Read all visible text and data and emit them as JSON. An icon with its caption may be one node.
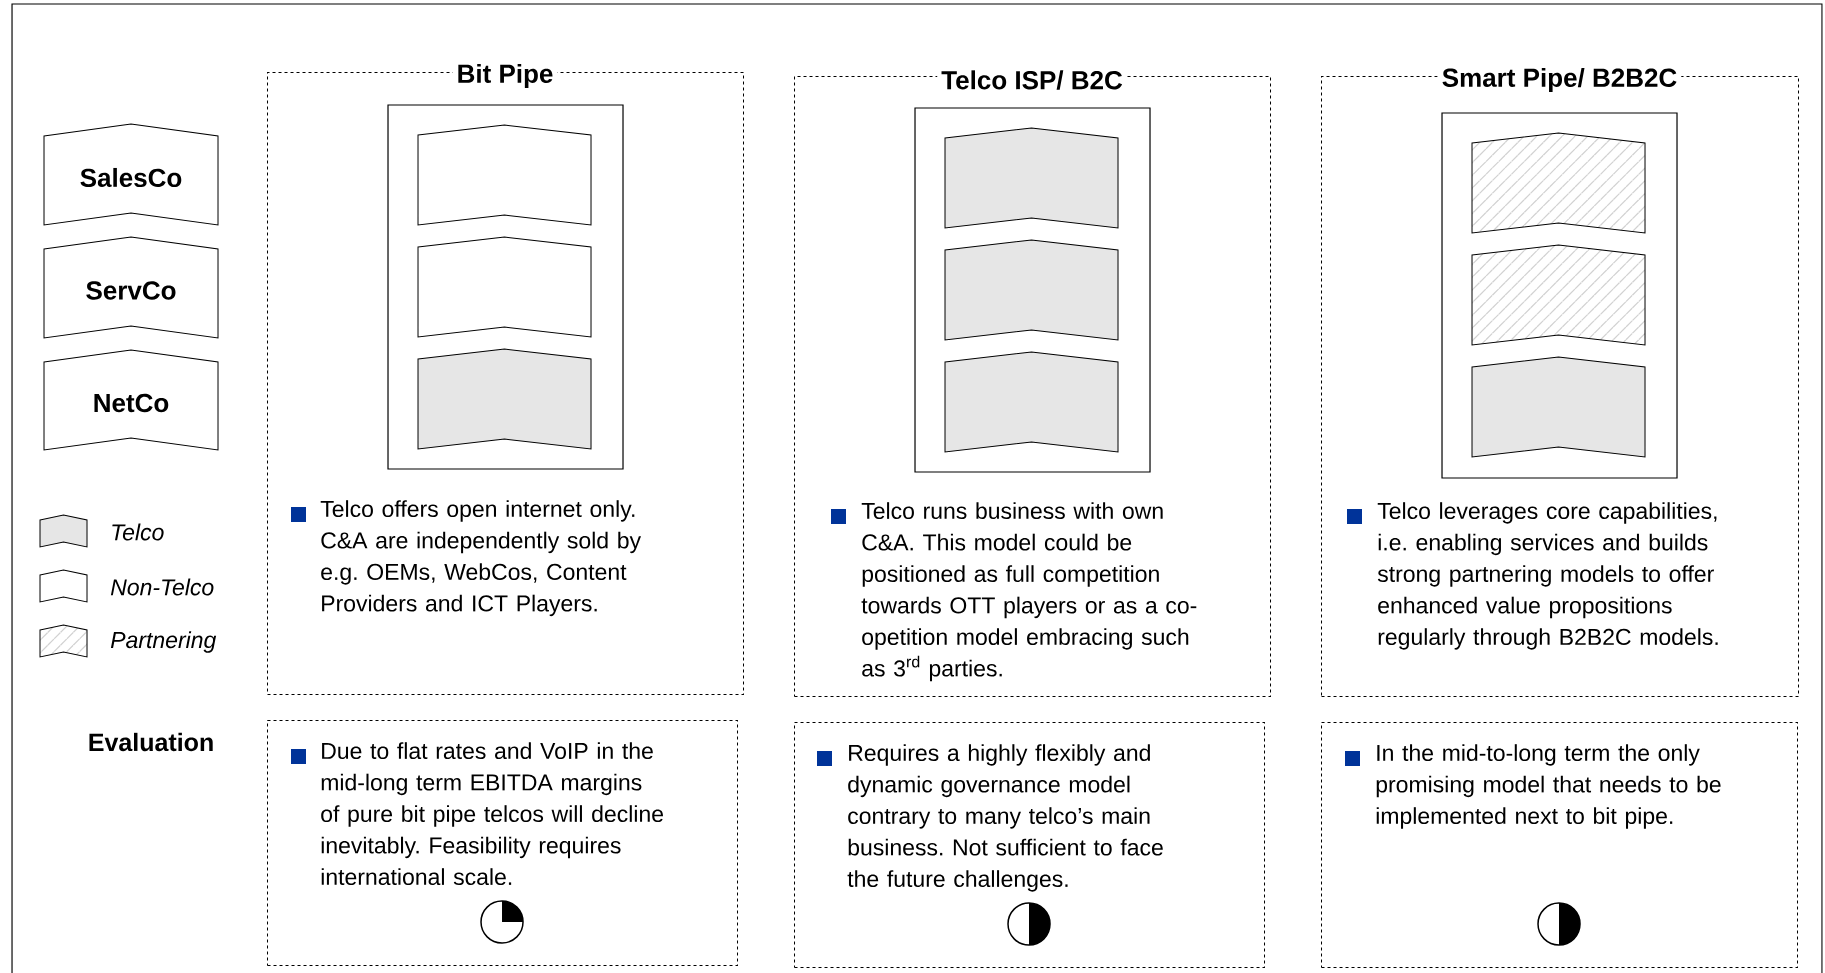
{
  "diagram": {
    "nodes": [
      {
        "text": [
          "SalesCo"
        ]
      },
      {
        "text": [
          "ServCo"
        ]
      },
      {
        "text": [
          "NetCo"
        ]
      },
      {
        "text": [
          "Bit Pipe",
          "Telco offers open internet only. C&A are independently sold by e.g. OEMs, WebCos, Content Providers and ICT Players."
        ]
      },
      {
        "text": [],
        "shape": "box",
        "in": 3
      },
      {
        "text": [],
        "shape": "chevron",
        "in": 4
      },
      {
        "text": [],
        "shape": "chevron",
        "in": 4
      },
      {
        "text": [],
        "shape": "chevron",
        "in": 4
      },
      {
        "text": [
          "Telco ISP/ B2C",
          "Telco runs business with own C&A. This model could be positioned as full competition towards OTT players or as a co-opetition model embracing such as 3$^{rd}$ parties."
        ]
      },
      {
        "text": [],
        "shape": "box",
        "in": 8
      },
      {
        "text": [],
        "shape": "chevron",
        "in": 9
      },
      {
        "text": [],
        "shape": "chevron",
        "in": 9
      },
      {
        "text": [],
        "shape": "chevron",
        "in": 9
      },
      {
        "text": [
          "Smart Pipe/ B2B2C",
          "Telco leverages core capabilities, i.e. enabling services and builds strong partnering models to offer enhanced value propositions regularly through B2B2C models."
        ]
      },
      {
        "text": [],
        "shape": "box",
        "in": 13
      },
      {
        "text": [],
        "shape": "chevron",
        "in": 14
      },
      {
        "text": [],
        "shape": "chevron",
        "in": 14
      },
      {
        "text": [],
        "shape": "chevron",
        "in": 14
      },
      {
        "text": [
          "Due to flat rates and VoIP in the mid-long term EBITDA margins of pure bit pipe telcos will decline inevitably. Feasibility requires international scale."
        ]
      },
      {
        "text": [
          "Requires a highly flexibly and dynamic governance model contrary to many telco’s main business. Not sufficient to face the future challenges."
        ]
      },
      {
        "text": [
          "In the mid-to-long term the only promising model that needs to be implemented next to bit pipe."
        ]
      }
    ],
    "labels": [
      "Evaluation"
    ],
    "legend": [
      {
        "text": "Telco",
        "color": "#e6e6e6"
      },
      {
        "text": "Non-Telco"
      },
      {
        "text": "Partnering"
      }
    ]
  }
}
